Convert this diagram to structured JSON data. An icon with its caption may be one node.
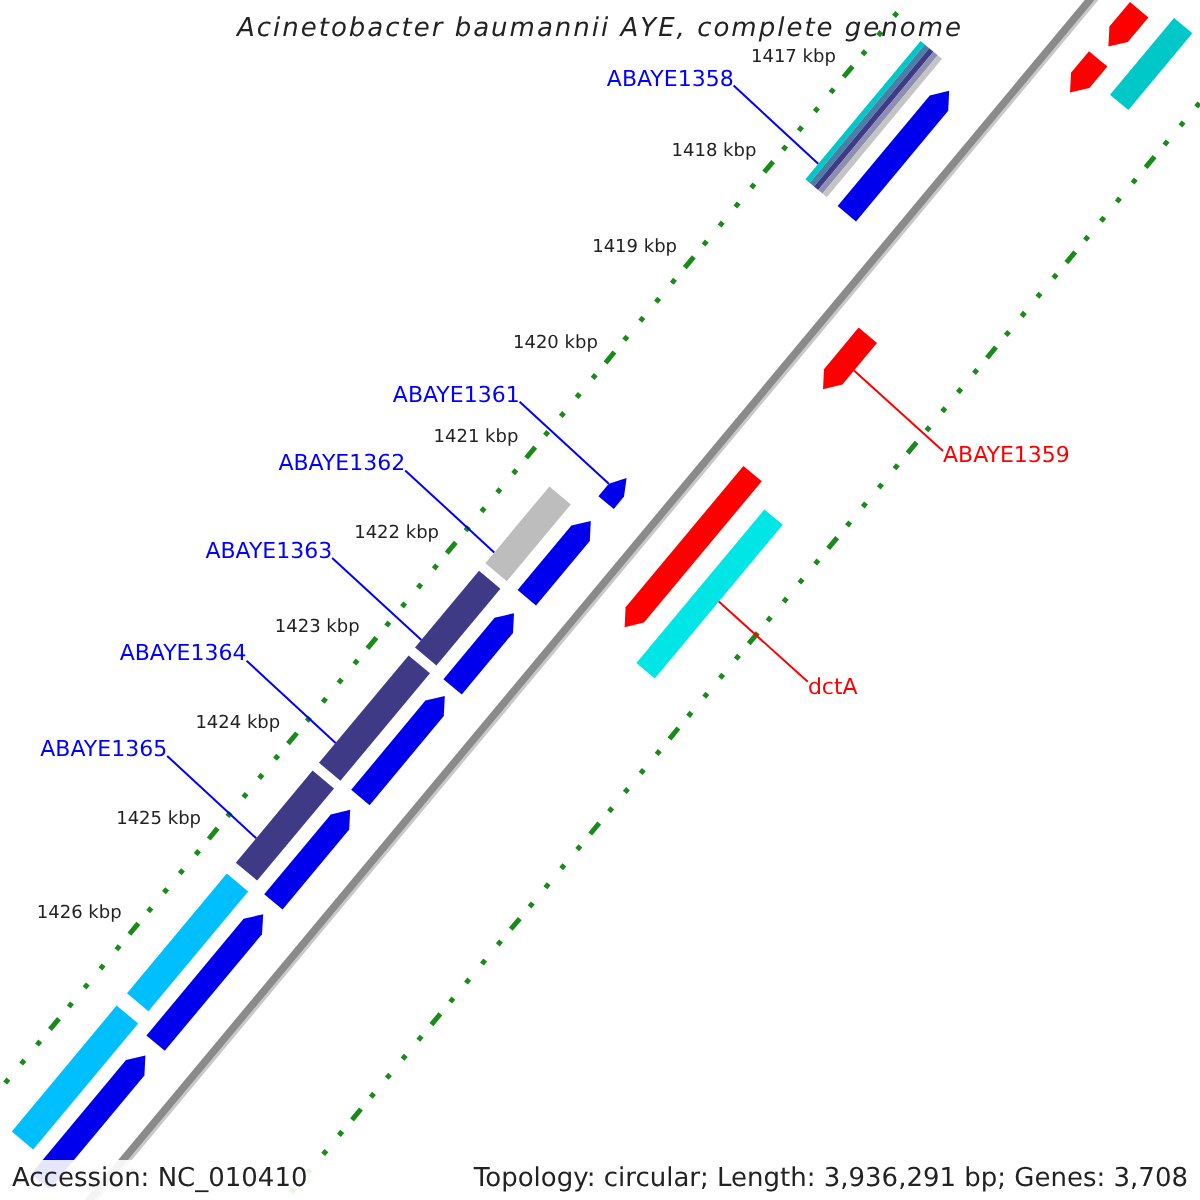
{
  "diagram": {
    "title": "Acinetobacter baumannii AYE, complete genome",
    "nodes": [
      {
        "text": [
          "ABAYE1358"
        ]
      },
      {
        "text": [
          "ABAYE1359"
        ]
      },
      {
        "text": [
          "ABAYE1361"
        ]
      },
      {
        "text": [
          "ABAYE1362"
        ]
      },
      {
        "text": [
          "dctA"
        ]
      },
      {
        "text": [
          "ABAYE1363"
        ]
      },
      {
        "text": [
          "ABAYE1364"
        ]
      },
      {
        "text": [
          "ABAYE1365"
        ]
      },
      {
        "text": [],
        "shape": "bar"
      },
      {
        "text": [],
        "shape": "bar"
      },
      {
        "text": [],
        "shape": "bar"
      },
      {
        "text": [],
        "shape": "bar"
      },
      {
        "text": [],
        "shape": "bar"
      },
      {
        "text": [],
        "shape": "bar"
      },
      {
        "text": [],
        "shape": "bar"
      },
      {
        "text": [],
        "shape": "bar"
      },
      {
        "text": [],
        "shape": "bar"
      },
      {
        "text": [],
        "shape": "bar"
      },
      {
        "text": [],
        "shape": "bar"
      },
      {
        "text": [],
        "shape": "bar"
      },
      {
        "text": [],
        "shape": "bar"
      },
      {
        "text": [],
        "shape": "bar"
      },
      {
        "text": [],
        "shape": "bar"
      },
      {
        "text": [],
        "shape": "bar"
      },
      {
        "text": [],
        "shape": "bar"
      },
      {
        "text": [],
        "shape": "bar"
      },
      {
        "text": [],
        "shape": "bar"
      },
      {
        "text": [],
        "shape": "bar"
      },
      {
        "text": [],
        "shape": "bar"
      }
    ],
    "edges": [
      {
        "from": 0,
        "to": 8,
        "arrow": "none"
      },
      {
        "from": 1,
        "to": 9,
        "arrow": "none",
        "color": "#ff0000"
      },
      {
        "from": 2,
        "to": 10,
        "arrow": "none"
      },
      {
        "from": 3,
        "to": 11,
        "arrow": "none"
      },
      {
        "from": 4,
        "to": 12,
        "arrow": "none",
        "color": "#ff0000"
      },
      {
        "from": 5,
        "to": 13,
        "arrow": "none"
      },
      {
        "from": 6,
        "to": 14,
        "arrow": "none"
      },
      {
        "from": 7,
        "to": 15,
        "arrow": "none"
      }
    ],
    "labels": [
      "1417 kbp",
      "1418 kbp",
      "1419 kbp",
      "1420 kbp",
      "1421 kbp",
      "1422 kbp",
      "1423 kbp",
      "1424 kbp",
      "1425 kbp",
      "1426 kbp",
      "Accession: NC_010410",
      "Topology: circular; Length: 3,936,291 bp; Genes: 3,708"
    ]
  }
}
